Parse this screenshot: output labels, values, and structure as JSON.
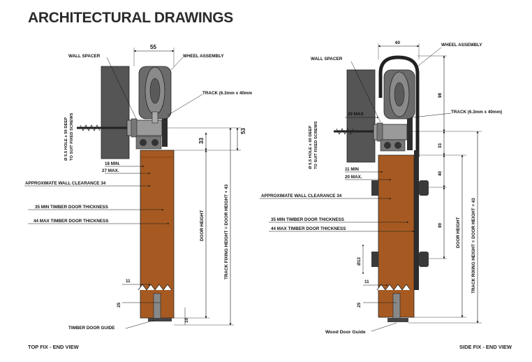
{
  "header": {
    "title": "ARCHITECTURAL DRAWINGS"
  },
  "left_view": {
    "caption": "TOP FIX - END VIEW",
    "labels": {
      "wall_spacer": "WALL SPACER",
      "wheel_assembly": "WHEEL ASSEMBLY",
      "track": "TRACK (6.3mm x 40mm",
      "hole": "Ø 5.5 HOLE x 50 DEEP",
      "hole2": "TO SUIT FIXED SCREWS",
      "min18": "18 MIN.",
      "max27": "27 MAX.",
      "wall_clearance": "APPROXIMATE WALL CLEARANCE 34",
      "min_thickness": "35 MIN TIMBER DOOR THICKNESS",
      "max_thickness": "44 MAX TIMBER DOOR THICKNESS",
      "door_height": "DOOR HEIGHT",
      "track_fixing": "TRACK FIXING HEIGHT = DOOR HEIGHT + 43",
      "guide": "TIMBER DOOR GUIDE"
    },
    "dims": {
      "w55": "55",
      "d53": "53",
      "d33": "33",
      "d11": "11",
      "d25": "25",
      "d10": "10"
    }
  },
  "right_view": {
    "caption": "SIDE FIX - END VIEW",
    "labels": {
      "wall_spacer": "WALL SPACER",
      "wheel_assembly": "WHEEL ASSEMBLY",
      "track": "TRACK (6.3mm x 40mm)",
      "max20_upper": "20 MAX",
      "hole": "Ø 5.5 HOLE x 60 DEEP",
      "hole2": "TO SUIT FIXED SCREWS",
      "min11": "11 MIN",
      "max20": "20 MAX.",
      "wall_clearance": "APPROXIMATE WALL CLEARANCE 34",
      "min_thickness": "35 MIN TIMBER DOOR THICKNESS",
      "max_thickness": "44 MAX TIMBER DOOR THICKNESS",
      "door_height": "DOOR HEIGHT",
      "track_fixing": "TRACK RIXING HEIGHT = DOOR HEIGHT + 43",
      "guide": "Wood Door Guide"
    },
    "dims": {
      "w60": "60",
      "d98": "98",
      "d33": "33",
      "d40": "40",
      "d90": "90",
      "d13": "Ø13",
      "d11": "11",
      "d25": "25"
    }
  },
  "colors": {
    "timber": "#a65a22",
    "wall": "#555555",
    "steel": "#9a9a9a",
    "dark": "#2d2d2d"
  }
}
